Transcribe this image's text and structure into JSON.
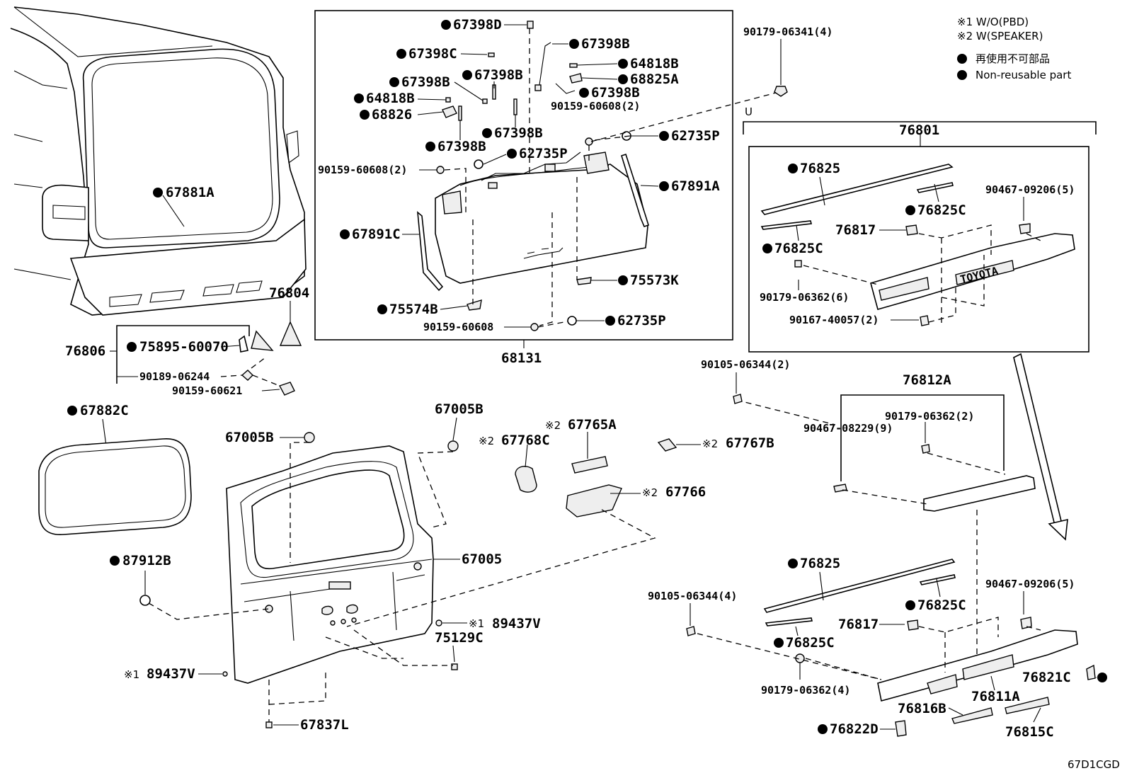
{
  "legend": {
    "note1": "※1 W/O(PBD)",
    "note2": "※2 W(SPEAKER)",
    "nonreusable_jp": "再使用不可部品",
    "nonreusable_en": "Non-reusable part"
  },
  "diagram_code": "67D1CGD",
  "assemblies": {
    "glass_kit": "68131",
    "garnish_kit": "76801",
    "garnish_kit_marker": "U"
  },
  "labels": {
    "p67398D": "67398D",
    "p67398C": "67398C",
    "p67398B_a": "67398B",
    "p67398B_b": "67398B",
    "p67398B_c": "67398B",
    "p67398B_d": "67398B",
    "p67398B_e": "67398B",
    "p67398B_f": "67398B",
    "p64818B_a": "64818B",
    "p64818B_b": "64818B",
    "p68826": "68826",
    "p68825A": "68825A",
    "p62735P_a": "62735P",
    "p62735P_b": "62735P",
    "p62735P_c": "62735P",
    "p90159_60608_2a": "90159-60608(2)",
    "p90159_60608_2b": "90159-60608(2)",
    "p90159_60608": "90159-60608",
    "p67891A": "67891A",
    "p67891C": "67891C",
    "p75573K": "75573K",
    "p75574B": "75574B",
    "p90179_06341": "90179-06341(4)",
    "p67881A": "67881A",
    "p76804": "76804",
    "p76806": "76806",
    "p75895": "75895-60070",
    "p90189": "90189-06244",
    "p90159_60621": "90159-60621",
    "p67882C": "67882C",
    "p67005B_a": "67005B",
    "p67005B_b": "67005B",
    "p67768C": "67768C",
    "p67765A": "67765A",
    "p67767B": "67767B",
    "p67766": "67766",
    "p67005": "67005",
    "p87912B": "87912B",
    "p89437V_a": "89437V",
    "p89437V_b": "89437V",
    "p75129C": "75129C",
    "p67837L": "67837L",
    "p76825_a": "76825",
    "p76825C_a": "76825C",
    "p76825C_b": "76825C",
    "p76817_a": "76817",
    "p90467_09206_a": "90467-09206(5)",
    "p90179_06362_6": "90179-06362(6)",
    "p90167_40057": "90167-40057(2)",
    "p90105_06344_2": "90105-06344(2)",
    "p76812A": "76812A",
    "p90179_06362_2": "90179-06362(2)",
    "p90467_08229": "90467-08229(9)",
    "p76825_b": "76825",
    "p76825C_c": "76825C",
    "p76825C_d": "76825C",
    "p76817_b": "76817",
    "p90467_09206_b": "90467-09206(5)",
    "p90105_06344_4": "90105-06344(4)",
    "p90179_06362_4": "90179-06362(4)",
    "p76811A": "76811A",
    "p76821C": "76821C",
    "p76816B": "76816B",
    "p76815C": "76815C",
    "p76822D": "76822D",
    "note_mark_1": "※1",
    "note_mark_2": "※2"
  },
  "badge_text": {
    "brand": "TOYOTA"
  }
}
